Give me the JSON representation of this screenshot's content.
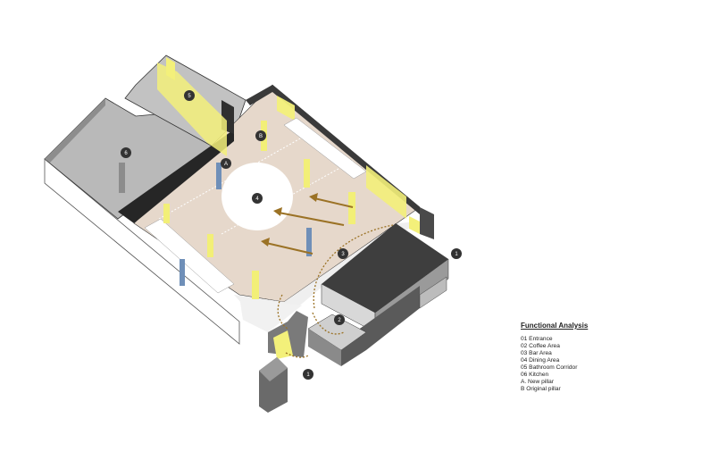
{
  "markers": {
    "m1a": "1",
    "m1b": "1",
    "m2": "2",
    "m3": "3",
    "m4": "4",
    "m5": "5",
    "m6": "6",
    "mA": "A",
    "mB": "B"
  },
  "legend": {
    "title": "Functional Analysis",
    "items": [
      "01 Entrance",
      "02 Coffee Area",
      "03 Bar Area",
      "04 Dining Area",
      "05 Bathroom Corridor",
      "06 Kitchen",
      "A. New pillar",
      "B Original pillar"
    ]
  },
  "colors": {
    "wall_dark": "#3a3a3a",
    "floor_beige": "#e6d8cb",
    "floor_light": "#efefef",
    "gray_room": "#b9b9b9",
    "highlight_yellow": "#f3f07a",
    "new_pillar_blue": "#6f8fb8",
    "arrow_brown": "#9b7225",
    "marker_fill": "#333333"
  }
}
